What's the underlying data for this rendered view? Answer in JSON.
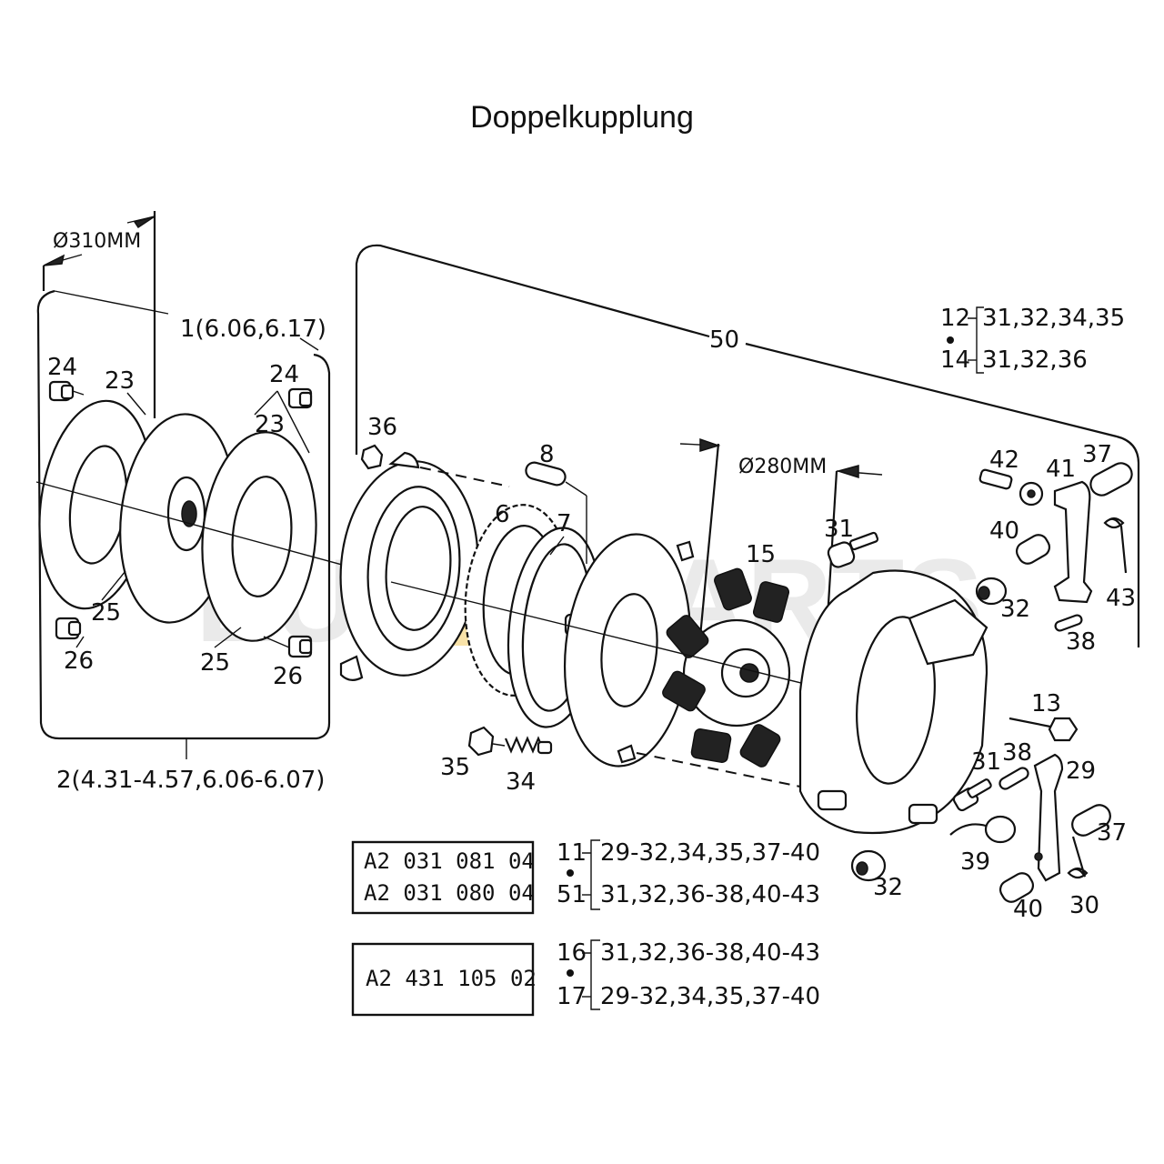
{
  "title": "Doppelkupplung",
  "watermark": {
    "left": "EU",
    "middle": "XX",
    "right": "PARTS"
  },
  "dimensions": {
    "disc_diameter_outer": "Ø310MM",
    "disc_diameter_inner": "Ø280MM"
  },
  "group_labels": {
    "group_1": "1(6.06,6.17)",
    "group_2": "2(4.31-4.57,6.06-6.07)",
    "group_50": "50"
  },
  "kit_top": {
    "row1": {
      "num": "12",
      "parts": "31,32,34,35"
    },
    "row2": {
      "num": "14",
      "parts": "31,32,36"
    }
  },
  "box1": {
    "codes": [
      "A2 031 081 04",
      "A2 031 080 04"
    ],
    "row1": {
      "num": "11",
      "parts": "29-32,34,35,37-40"
    },
    "row2": {
      "num": "51",
      "parts": "31,32,36-38,40-43"
    }
  },
  "box2": {
    "code": "A2 431 105 02",
    "row1": {
      "num": "16",
      "parts": "31,32,36-38,40-43"
    },
    "row2": {
      "num": "17",
      "parts": "29-32,34,35,37-40"
    }
  },
  "callouts": {
    "c24a": "24",
    "c23a": "23",
    "c24b": "24",
    "c23b": "23",
    "c25a": "25",
    "c26a": "26",
    "c25b": "25",
    "c26b": "26",
    "c36": "36",
    "c8": "8",
    "c6": "6",
    "c7": "7",
    "c15": "15",
    "c35": "35",
    "c34": "34",
    "c31a": "31",
    "c42": "42",
    "c41": "41",
    "c37a": "37",
    "c40a": "40",
    "c43": "43",
    "c32a": "32",
    "c38a": "38",
    "c13": "13",
    "c38b": "38",
    "c29": "29",
    "c31b": "31",
    "c37b": "37",
    "c39": "39",
    "c32b": "32",
    "c40b": "40",
    "c30": "30"
  }
}
